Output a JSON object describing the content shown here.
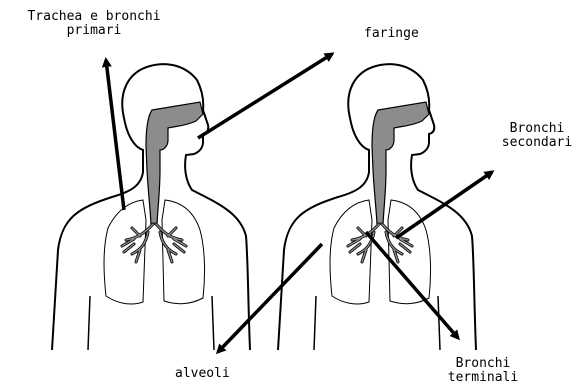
{
  "labels": {
    "trachea_line1": "Trachea e bronchi",
    "trachea_line2": "primari",
    "faringe": "faringe",
    "bronchi_sec_line1": "Bronchi",
    "bronchi_sec_line2": "secondari",
    "alveoli": "alveoli",
    "bronchi_term_line1": "Bronchi",
    "bronchi_term_line2": "terminali"
  },
  "colors": {
    "outline": "#000000",
    "airway_fill": "#8c8c8c",
    "background": "#ffffff"
  }
}
